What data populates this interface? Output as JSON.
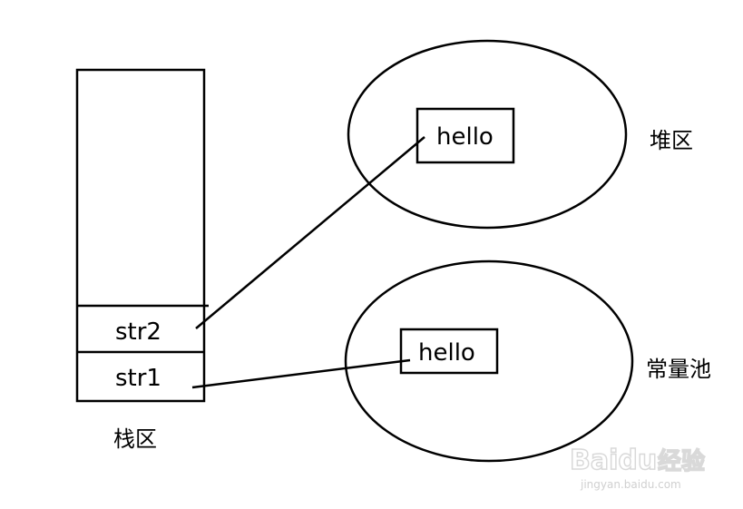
{
  "stack": {
    "label": "栈区",
    "cells": [
      {
        "id": "str2",
        "label": "str2"
      },
      {
        "id": "str1",
        "label": "str1"
      }
    ]
  },
  "heap": {
    "label": "堆区",
    "object_label": "hello"
  },
  "constant_pool": {
    "label": "常量池",
    "object_label": "hello"
  },
  "watermark": {
    "brand": "Baidu",
    "cn": "经验",
    "url": "jingyan.baidu.com"
  }
}
